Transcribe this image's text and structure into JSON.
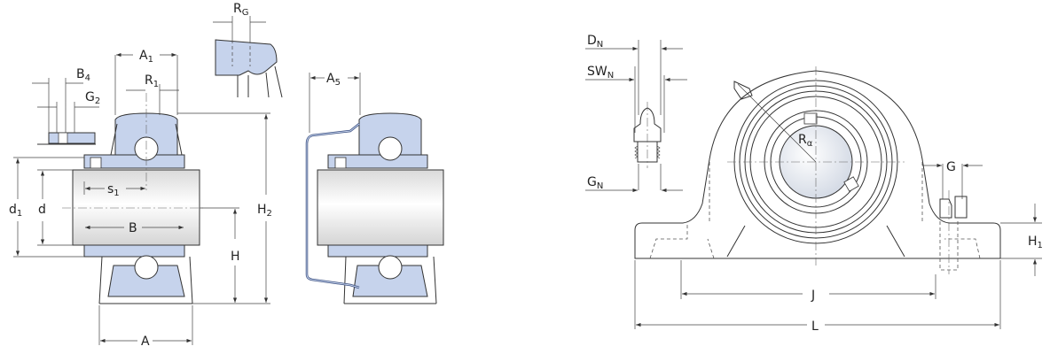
{
  "colors": {
    "housing_fill": "#c6d3ec",
    "line": "#333333",
    "shaft_light": "#ffffff",
    "shaft_dark": "#d9d9d9"
  },
  "labels": {
    "RG": {
      "main": "R",
      "sub": "G"
    },
    "A1": {
      "main": "A",
      "sub": "1"
    },
    "B4": {
      "main": "B",
      "sub": "4"
    },
    "R1": {
      "main": "R",
      "sub": "1"
    },
    "G2": {
      "main": "G",
      "sub": "2"
    },
    "A5": {
      "main": "A",
      "sub": "5"
    },
    "d1": {
      "main": "d",
      "sub": "1"
    },
    "d": {
      "main": "d"
    },
    "s1": {
      "main": "s",
      "sub": "1"
    },
    "B": {
      "main": "B"
    },
    "H2": {
      "main": "H",
      "sub": "2"
    },
    "H": {
      "main": "H"
    },
    "A": {
      "main": "A"
    },
    "DN": {
      "main": "D",
      "sub": "N"
    },
    "SWN": {
      "main": "SW",
      "sub": "N"
    },
    "GN": {
      "main": "G",
      "sub": "N"
    },
    "Ra": {
      "main": "R",
      "sub": "α"
    },
    "G": {
      "main": "G"
    },
    "H1": {
      "main": "H",
      "sub": "1"
    },
    "J": {
      "main": "J"
    },
    "L": {
      "main": "L"
    }
  }
}
